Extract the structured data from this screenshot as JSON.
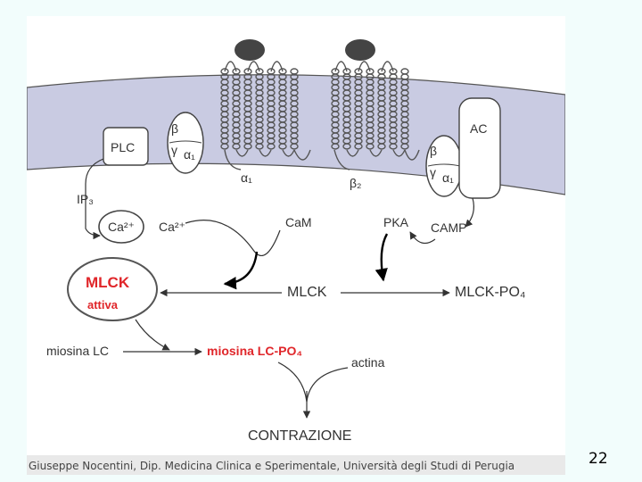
{
  "diagram": {
    "receptors": {
      "alpha1": "α₁",
      "beta2": "β₂"
    },
    "g_protein": {
      "beta": "β",
      "gamma": "γ",
      "alpha": "α₁"
    },
    "plc": "PLC",
    "ip3": "IP₃",
    "ca_store": "Ca²⁺",
    "ca_free": "Ca²⁺",
    "cam": "CaM",
    "ac": "AC",
    "pka": "PKA",
    "camp": "CAMP",
    "mlck_active_line1": "MLCK",
    "mlck_active_line2": "attiva",
    "mlck": "MLCK",
    "mlck_po4": "MLCK-PO₄",
    "miosina_lc": "miosina LC",
    "miosina_lc_po4": "miosina LC-PO₄",
    "actina": "actina",
    "contrazione": "CONTRAZIONE"
  },
  "footer": {
    "caption": "Giuseppe Nocentini, Dip. Medicina Clinica e Sperimentale, Università degli Studi di Perugia",
    "page_number": "22"
  },
  "colors": {
    "membrane": "#c9cbe2",
    "accent_red": "#e0262a",
    "page_bg": "#f2fdfc",
    "line": "#333333"
  }
}
